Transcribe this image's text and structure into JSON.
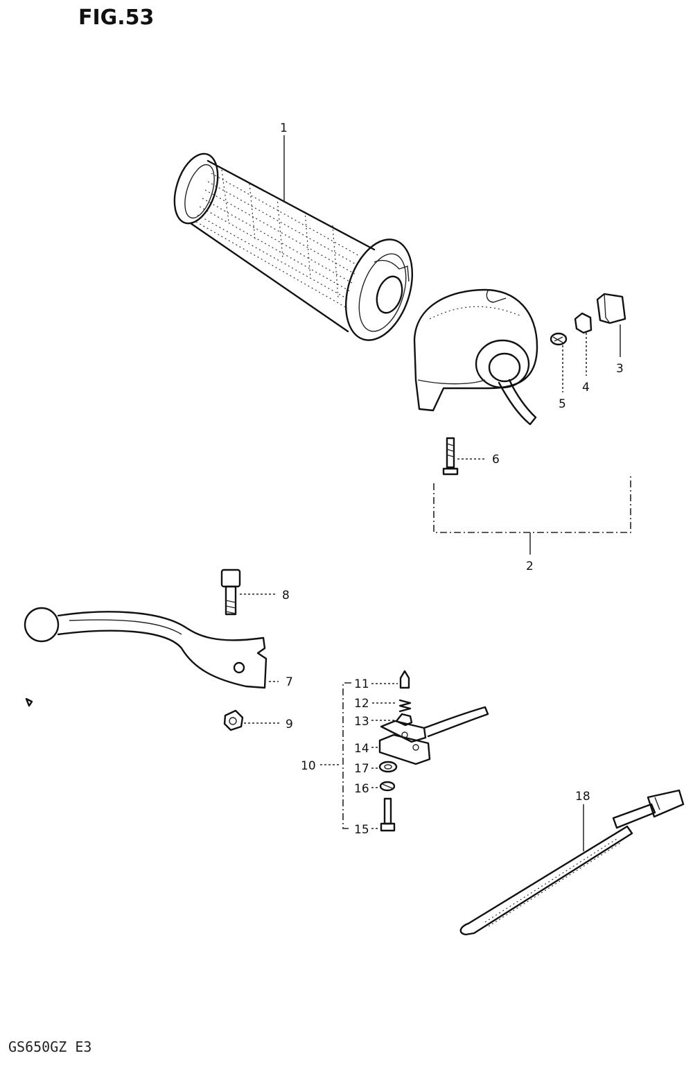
{
  "figure": {
    "title": "FIG.53",
    "model_code": "GS650GZ E3"
  },
  "callouts": {
    "c1": "1",
    "c2": "2",
    "c3": "3",
    "c4": "4",
    "c5": "5",
    "c6": "6",
    "c7": "7",
    "c8": "8",
    "c9": "9",
    "c10": "10",
    "c11": "11",
    "c12": "12",
    "c13": "13",
    "c14": "14",
    "c15": "15",
    "c16": "16",
    "c17": "17",
    "c18": "18"
  }
}
